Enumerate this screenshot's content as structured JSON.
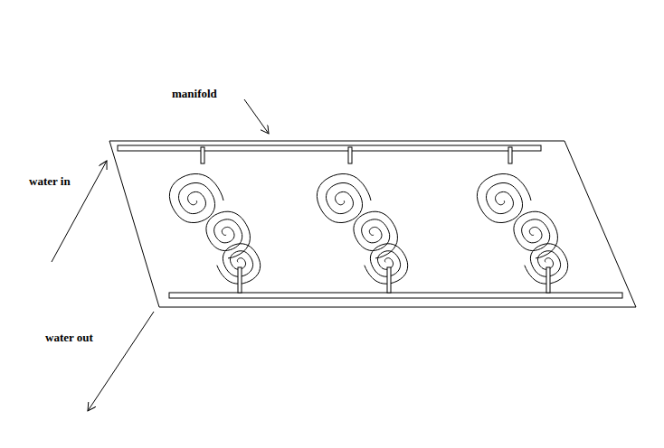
{
  "diagram": {
    "labels": [
      "manifold",
      "water in",
      "water out"
    ]
  }
}
